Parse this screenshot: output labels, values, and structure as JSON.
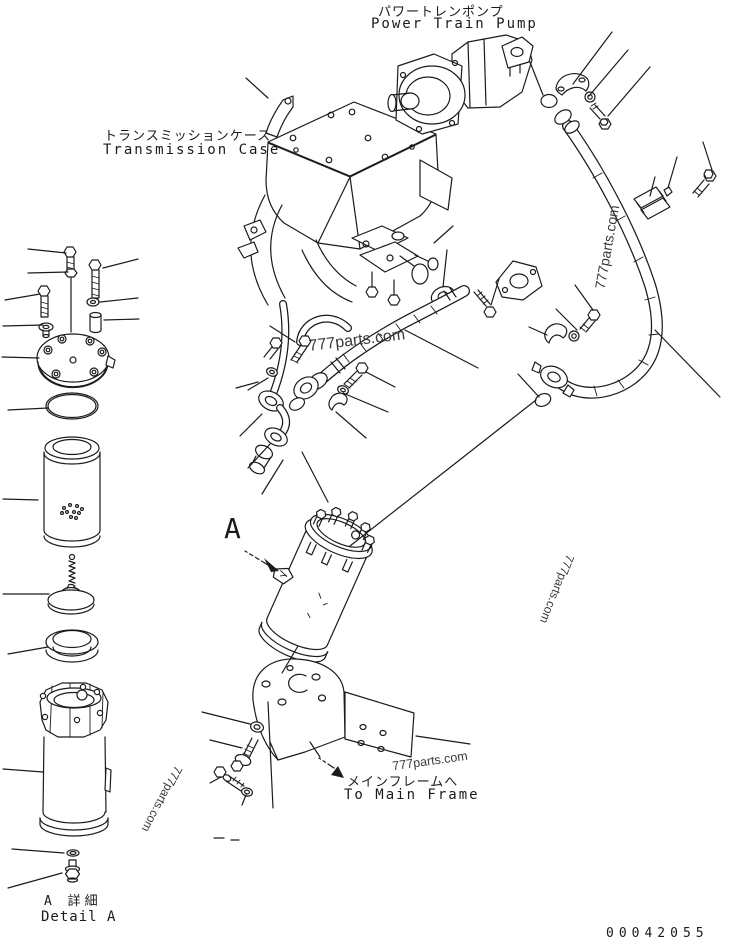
{
  "labels": {
    "power_train_pump_jp": "パワートレンポンプ",
    "power_train_pump_en": "Power Train Pump",
    "transmission_case_jp": "トランスミッションケース",
    "transmission_case_en": "Transmission Case",
    "to_main_frame_jp": "メインフレームへ",
    "to_main_frame_en": "To Main Frame",
    "detail_a_jp": "A 詳細",
    "detail_a_en": "Detail A",
    "detail_view_marker": "A",
    "drawing_number": "00042055"
  },
  "watermark": {
    "text": "777parts.com",
    "count": 5
  },
  "colors": {
    "background": "#ffffff",
    "line": "#1b1b1b",
    "watermark": "#3a3a3a"
  }
}
